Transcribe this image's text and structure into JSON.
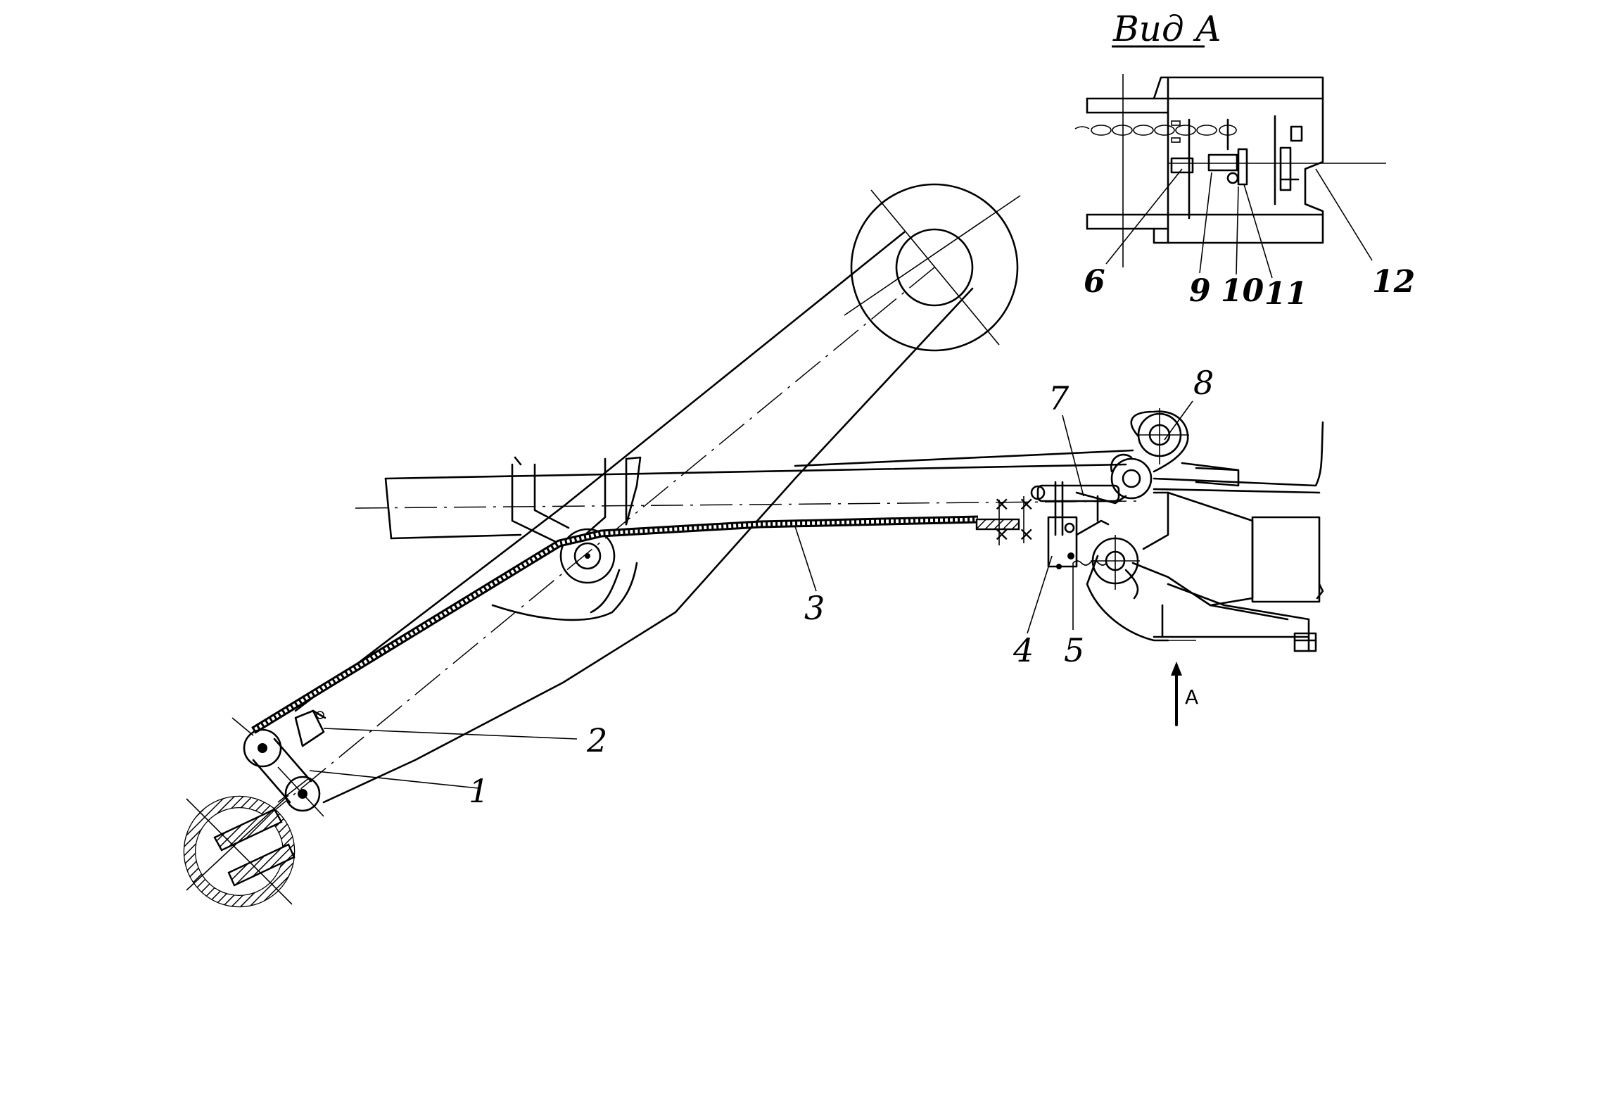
{
  "view": {
    "title": "Вид А",
    "arrow_label": "А"
  },
  "labels": {
    "l1": "1",
    "l2": "2",
    "l3": "3",
    "l4": "4",
    "l5": "5",
    "l6": "6",
    "l7": "7",
    "l8": "8",
    "l9": "9",
    "l10": "10",
    "l11": "11",
    "l12": "12"
  }
}
